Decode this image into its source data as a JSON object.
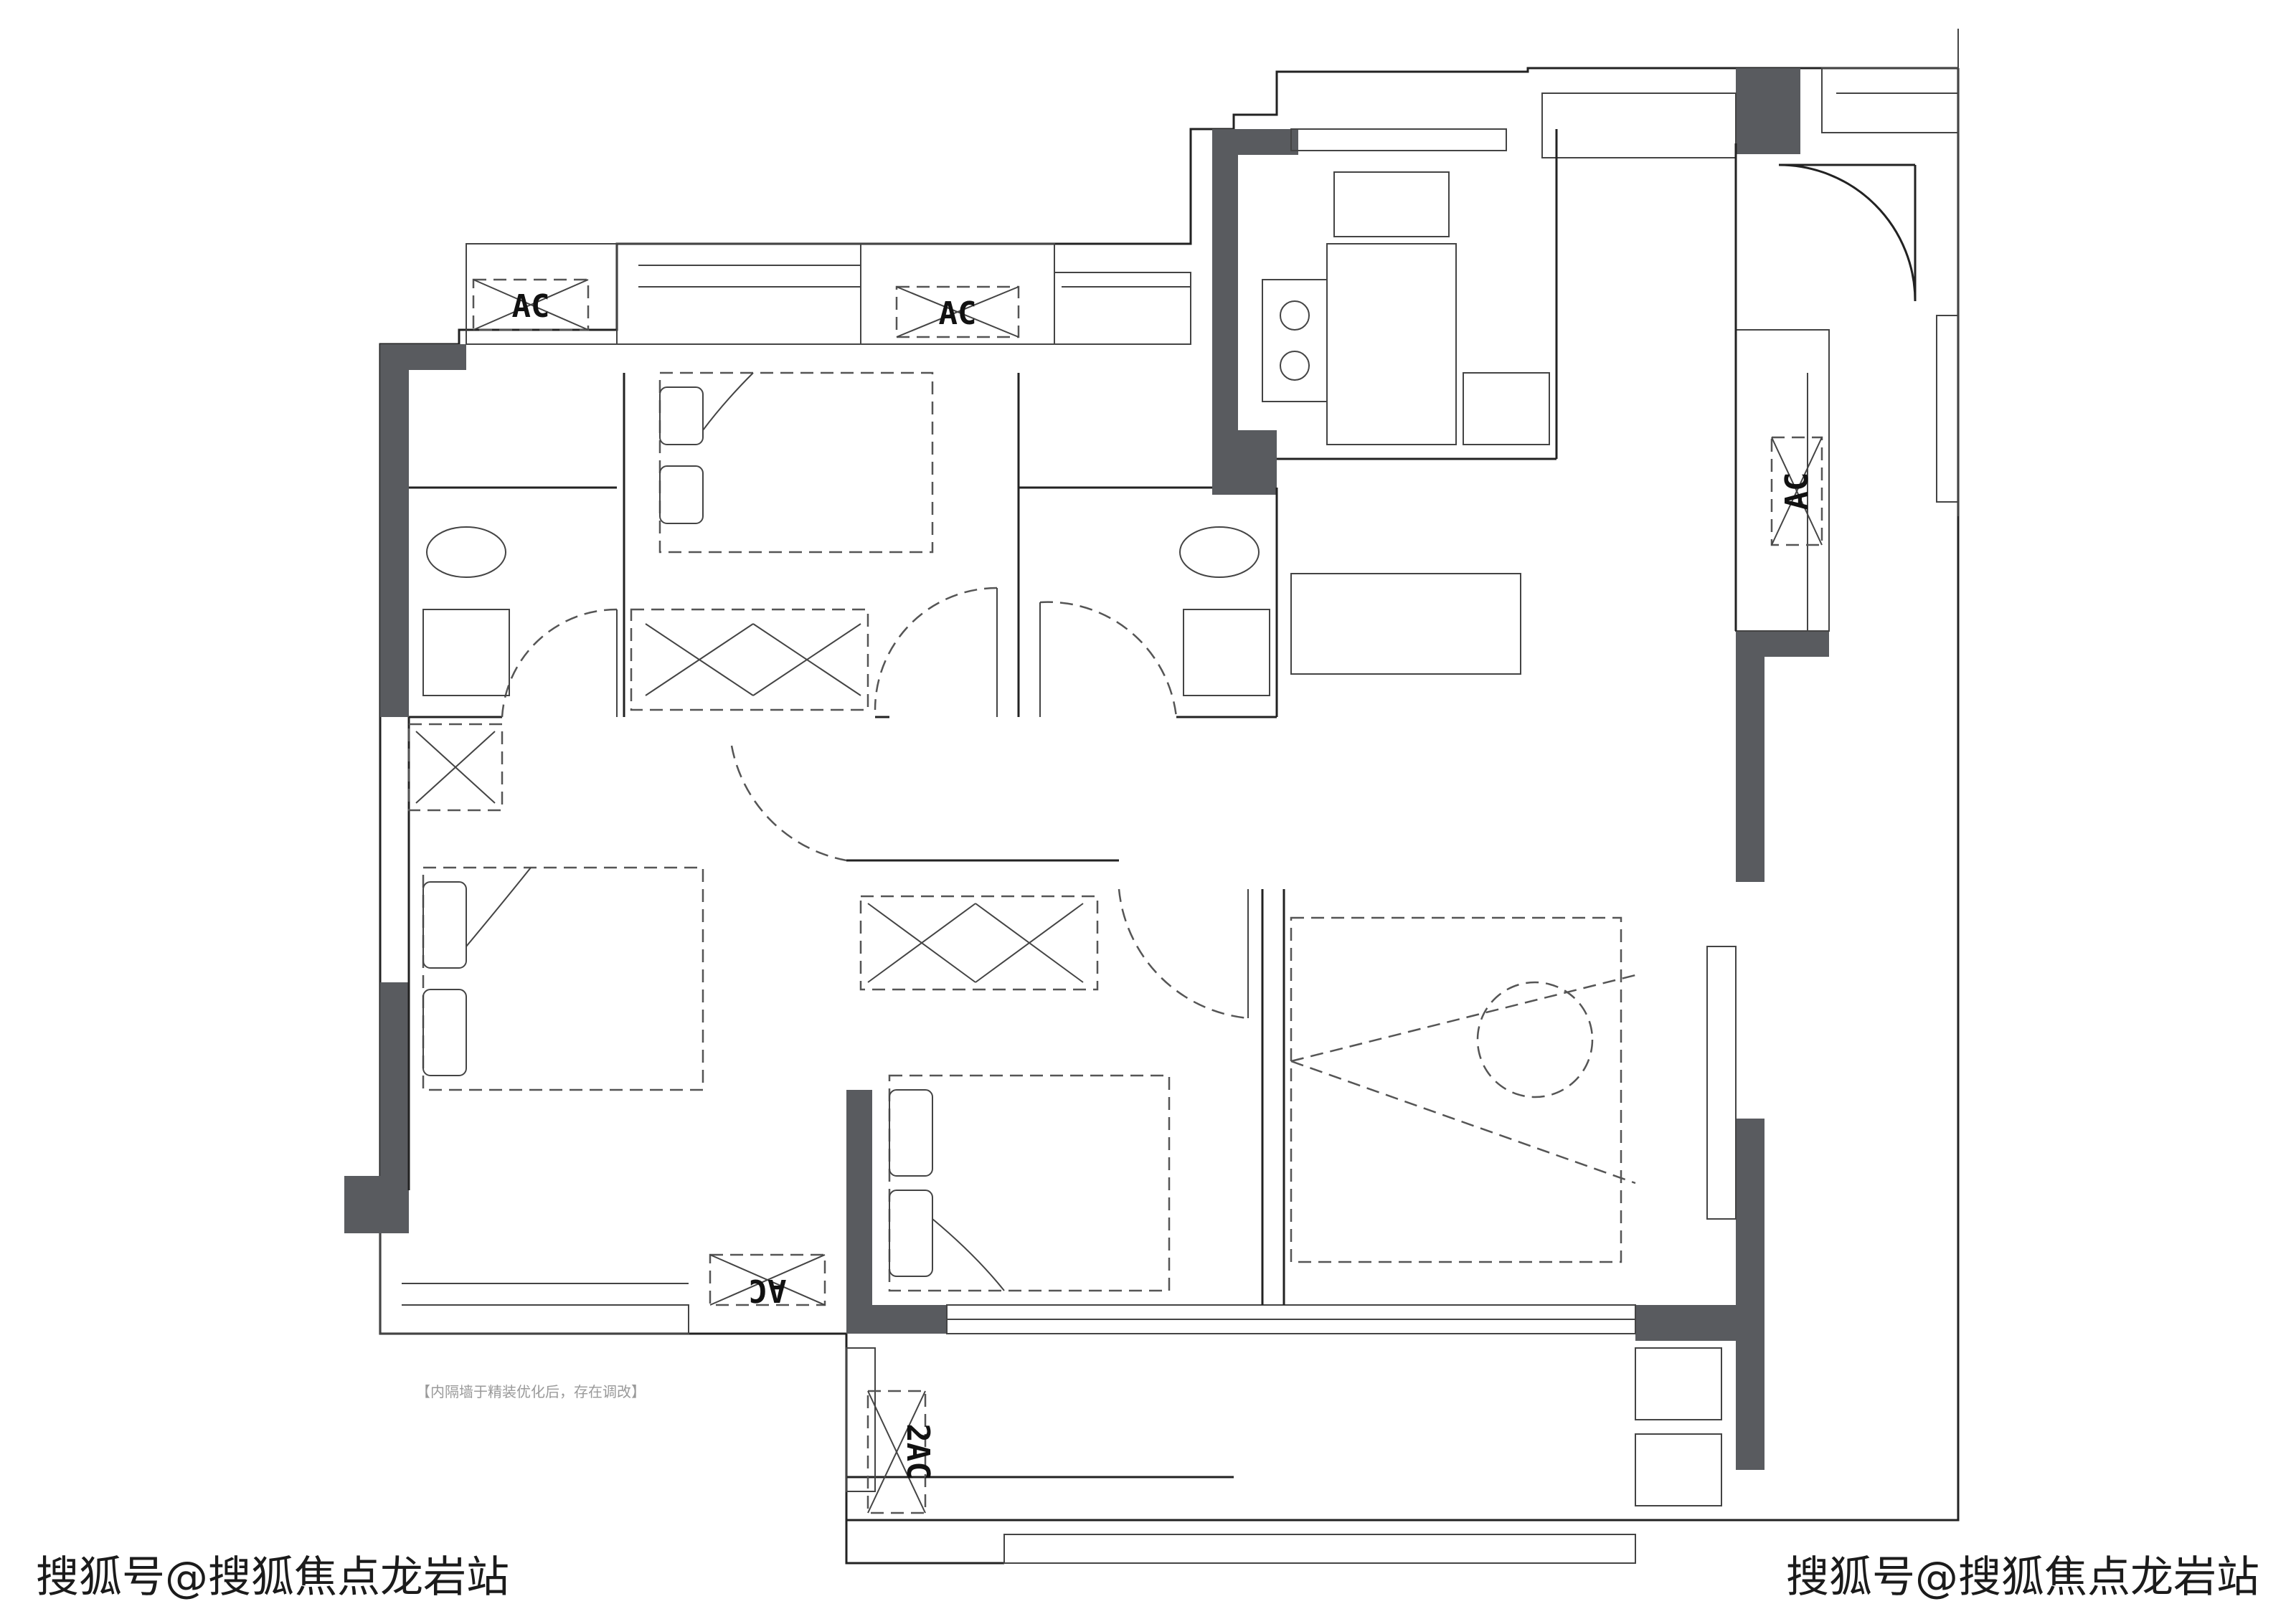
{
  "ac_labels": {
    "ac_top_left": "AC",
    "ac_top_middle": "AC",
    "ac_right": "AC",
    "ac_bottom": "AC",
    "ac_bottom_double": "2AC"
  },
  "note": "【内隔墙于精装优化后，存在调改】",
  "watermark_left": "搜狐号@搜狐焦点龙岩站",
  "watermark_right": "搜狐号@搜狐焦点龙岩站",
  "colors": {
    "wall": "#595b5f",
    "line": "#222222",
    "note": "#9a9a9a"
  }
}
